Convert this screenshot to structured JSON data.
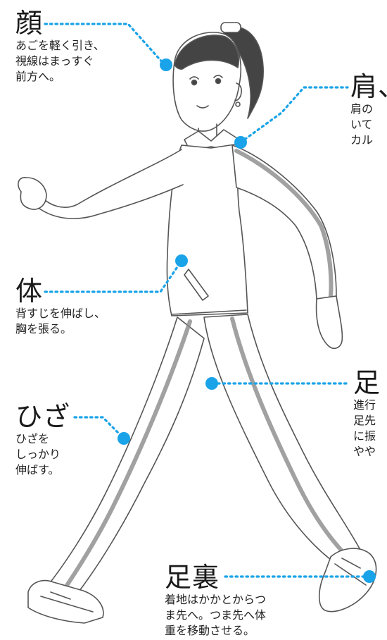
{
  "annotations": {
    "face": {
      "title": "顔",
      "lines": [
        "あごを軽く引き、",
        "視線はまっすぐ",
        "前方へ。"
      ]
    },
    "shoulder": {
      "title": "肩、",
      "lines": [
        "肩の",
        "いて",
        "カル"
      ]
    },
    "body": {
      "title": "体",
      "lines": [
        "背すじを伸ばし、",
        "胸を張る。"
      ]
    },
    "leg": {
      "title": "足",
      "lines": [
        "進行",
        "足先",
        "に振",
        "やや"
      ]
    },
    "knee": {
      "title": "ひざ",
      "lines": [
        "ひざを",
        "しっかり",
        "伸ばす。"
      ]
    },
    "sole": {
      "title": "足裏",
      "lines": [
        "着地はかかとからつ",
        "ま先へ。つま先へ体",
        "重を移動させる。"
      ]
    }
  },
  "colors": {
    "accent": "#1aa3e8",
    "line_art": "#555555",
    "stripe": "#8a8a8a",
    "skin": "#ffffff",
    "hair": "#3a3a3a"
  },
  "icons": {
    "marker": "dot-marker"
  }
}
